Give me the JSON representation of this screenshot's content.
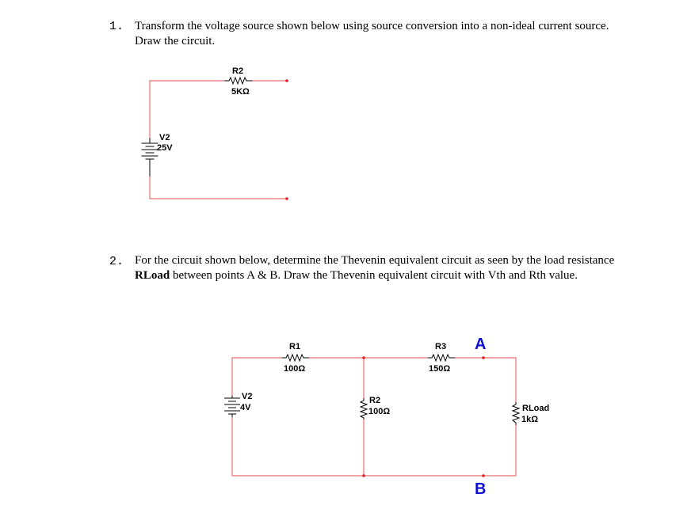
{
  "q1": {
    "number": "1.",
    "line1": "Transform the voltage source shown below using source conversion into a non-ideal current source.",
    "line2": "Draw the circuit.",
    "r2_name": "R2",
    "r2_value": "5KΩ",
    "v2_name": "V2",
    "v2_value": "25V"
  },
  "q2": {
    "number": "2.",
    "line1": "For the circuit shown below, determine the Thevenin equivalent circuit as seen by the load resistance",
    "bold_word": "RLoad",
    "line2_rest": " between points A & B. Draw the Thevenin equivalent circuit with Vth and Rth value.",
    "r1_name": "R1",
    "r1_value": "100Ω",
    "r3_name": "R3",
    "r3_value": "150Ω",
    "node_a": "A",
    "node_b": "B",
    "v2_name": "V2",
    "v2_value": "4V",
    "r2_name": "R2",
    "r2_value": "100Ω",
    "rload_name": "RLoad",
    "rload_value": "1kΩ"
  },
  "colors": {
    "wire": "#e87070",
    "node_dot": "#e02020",
    "component": "#000000",
    "node_label": "#1010d0"
  }
}
